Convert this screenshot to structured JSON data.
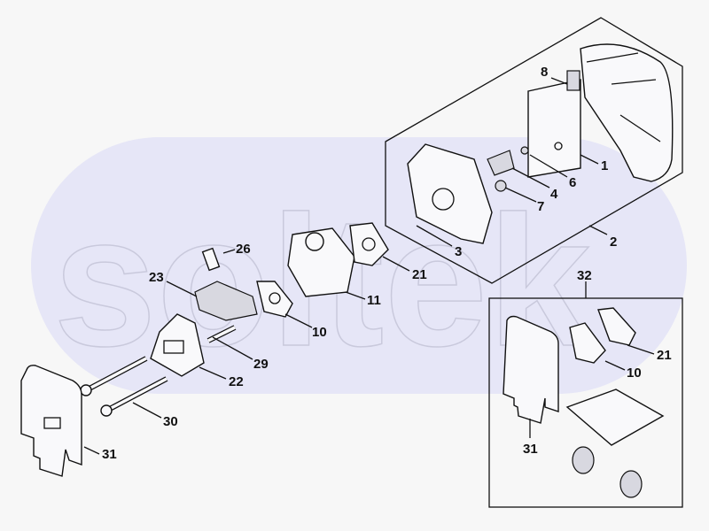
{
  "diagram": {
    "type": "exploded-parts-diagram",
    "watermark": "soltek",
    "colors": {
      "background": "#f7f7f7",
      "watermark_fill": "#e6e6f7",
      "ink": "#111111"
    },
    "callouts": [
      {
        "id": "c1",
        "number": "1"
      },
      {
        "id": "c2",
        "number": "2"
      },
      {
        "id": "c3",
        "number": "3"
      },
      {
        "id": "c4",
        "number": "4"
      },
      {
        "id": "c6",
        "number": "6"
      },
      {
        "id": "c7",
        "number": "7"
      },
      {
        "id": "c8",
        "number": "8"
      },
      {
        "id": "c10a",
        "number": "10"
      },
      {
        "id": "c11",
        "number": "11"
      },
      {
        "id": "c21a",
        "number": "21"
      },
      {
        "id": "c22",
        "number": "22"
      },
      {
        "id": "c23",
        "number": "23"
      },
      {
        "id": "c26",
        "number": "26"
      },
      {
        "id": "c29",
        "number": "29"
      },
      {
        "id": "c30",
        "number": "30"
      },
      {
        "id": "c31a",
        "number": "31"
      },
      {
        "id": "c32",
        "number": "32"
      },
      {
        "id": "c21b",
        "number": "21"
      },
      {
        "id": "c10b",
        "number": "10"
      },
      {
        "id": "c31b",
        "number": "31"
      }
    ]
  }
}
